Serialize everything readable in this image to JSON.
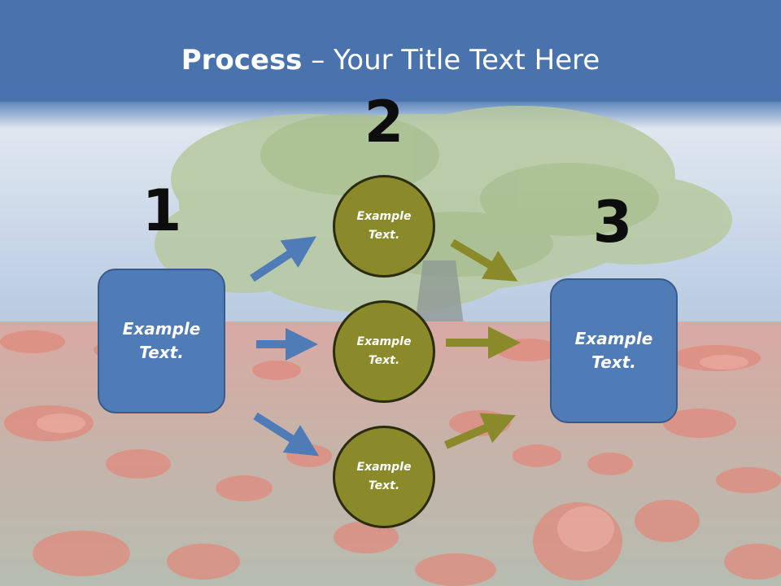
{
  "slide": {
    "title_bold": "Process",
    "title_rest": " – Your Title Text Here",
    "step_numbers": [
      "1",
      "2",
      "3"
    ],
    "left_box_text": "Example Text.",
    "right_box_text": "Example Text.",
    "circles": [
      "Example Text.",
      "Example Text.",
      "Example Text."
    ]
  },
  "colors": {
    "box_fill": "#4f7bb7",
    "circle_fill": "#8a8a2a",
    "blue_arrow": "#4f7bb7",
    "olive_arrow": "#8a8a2a",
    "sky_top": "#4a72ad"
  }
}
